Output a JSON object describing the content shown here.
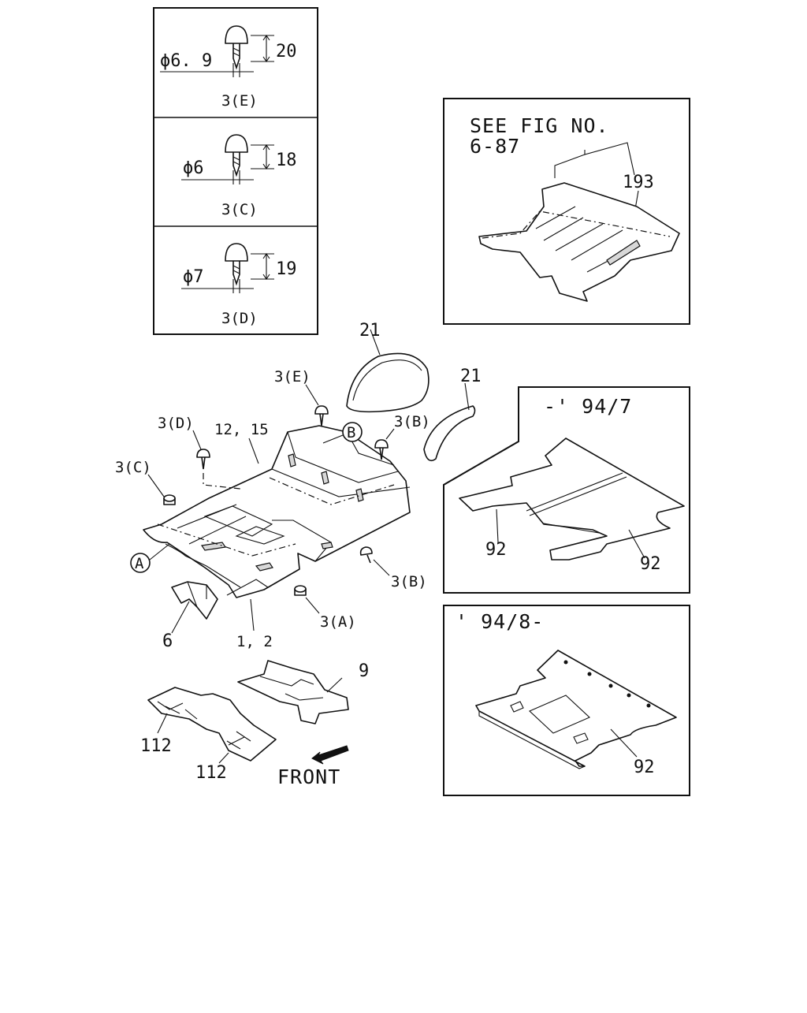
{
  "fastener_table": {
    "rows": [
      {
        "diameter": "ϕ6. 9",
        "length": "20",
        "code": "3(E)"
      },
      {
        "diameter": "ϕ6",
        "length": "18",
        "code": "3(C)"
      },
      {
        "diameter": "ϕ7",
        "length": "19",
        "code": "3(D)"
      }
    ]
  },
  "see_fig_panel": {
    "line1": "SEE FIG NO.",
    "line2": "6-87",
    "callout": "193"
  },
  "main_assembly": {
    "callouts": {
      "c21_top": "21",
      "c3e": "3(E)",
      "c3d": "3(D)",
      "c1215": "12, 15",
      "c3b_top": "3(B)",
      "c3c": "3(C)",
      "c3b_bottom": "3(B)",
      "c3a": "3(A)",
      "c6": "6",
      "c12": "1, 2",
      "c9": "9",
      "c112a": "112",
      "c112b": "112",
      "c21_side": "21"
    },
    "circle_a": "A",
    "circle_b": "B",
    "front_label": "FRONT"
  },
  "panel_early": {
    "title": "-' 94/7",
    "callout_left": "92",
    "callout_right": "92"
  },
  "panel_late": {
    "title": "' 94/8-",
    "callout": "92"
  }
}
